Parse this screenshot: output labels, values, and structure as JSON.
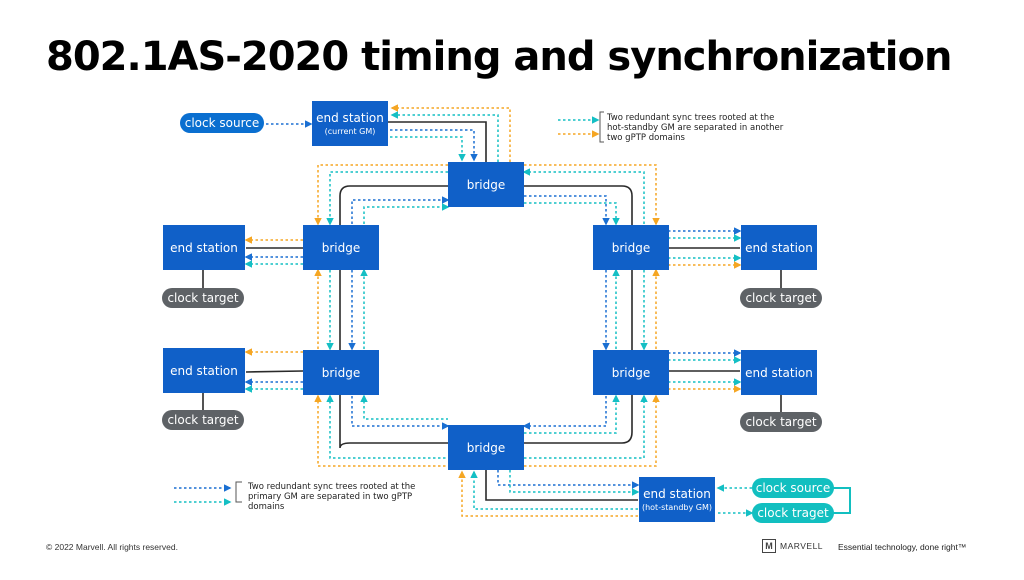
{
  "title": "802.1AS-2020 timing and synchronization",
  "nodes": {
    "gm_end_station": {
      "label": "end station",
      "sub": "(current GM)"
    },
    "standby_end_station": {
      "label": "end station",
      "sub": "(hot-standby GM)"
    },
    "bridge_top": "bridge",
    "bridge_left_upper": "bridge",
    "bridge_left_lower": "bridge",
    "bridge_right_upper": "bridge",
    "bridge_right_lower": "bridge",
    "bridge_bottom": "bridge",
    "es_left_upper": "end station",
    "es_left_lower": "end station",
    "es_right_upper": "end station",
    "es_right_lower": "end station"
  },
  "pills": {
    "clock_source_top": "clock source",
    "clock_target_lu": "clock target",
    "clock_target_ll": "clock target",
    "clock_target_ru": "clock target",
    "clock_target_rl": "clock target",
    "clock_source_br": "clock source",
    "clock_target_br": "clock traget"
  },
  "legend_top": "Two redundant sync trees rooted at the hot-standby GM are separated in another two gPTP domains",
  "legend_bottom": "Two redundant sync trees rooted at the primary GM are separated in two gPTP domains",
  "footer": {
    "copyright": "© 2022 Marvell. All rights reserved.",
    "logo": "MARVELL",
    "tagline": "Essential technology, done right™"
  },
  "colors": {
    "box_blue": "#1060c8",
    "dot_blue": "#1a6fd2",
    "dot_teal": "#14bfc4",
    "dot_orange": "#f5a623",
    "line_dark": "#2a2a2a",
    "pill_gray": "#5e6266",
    "pill_teal": "#12bfc0"
  }
}
